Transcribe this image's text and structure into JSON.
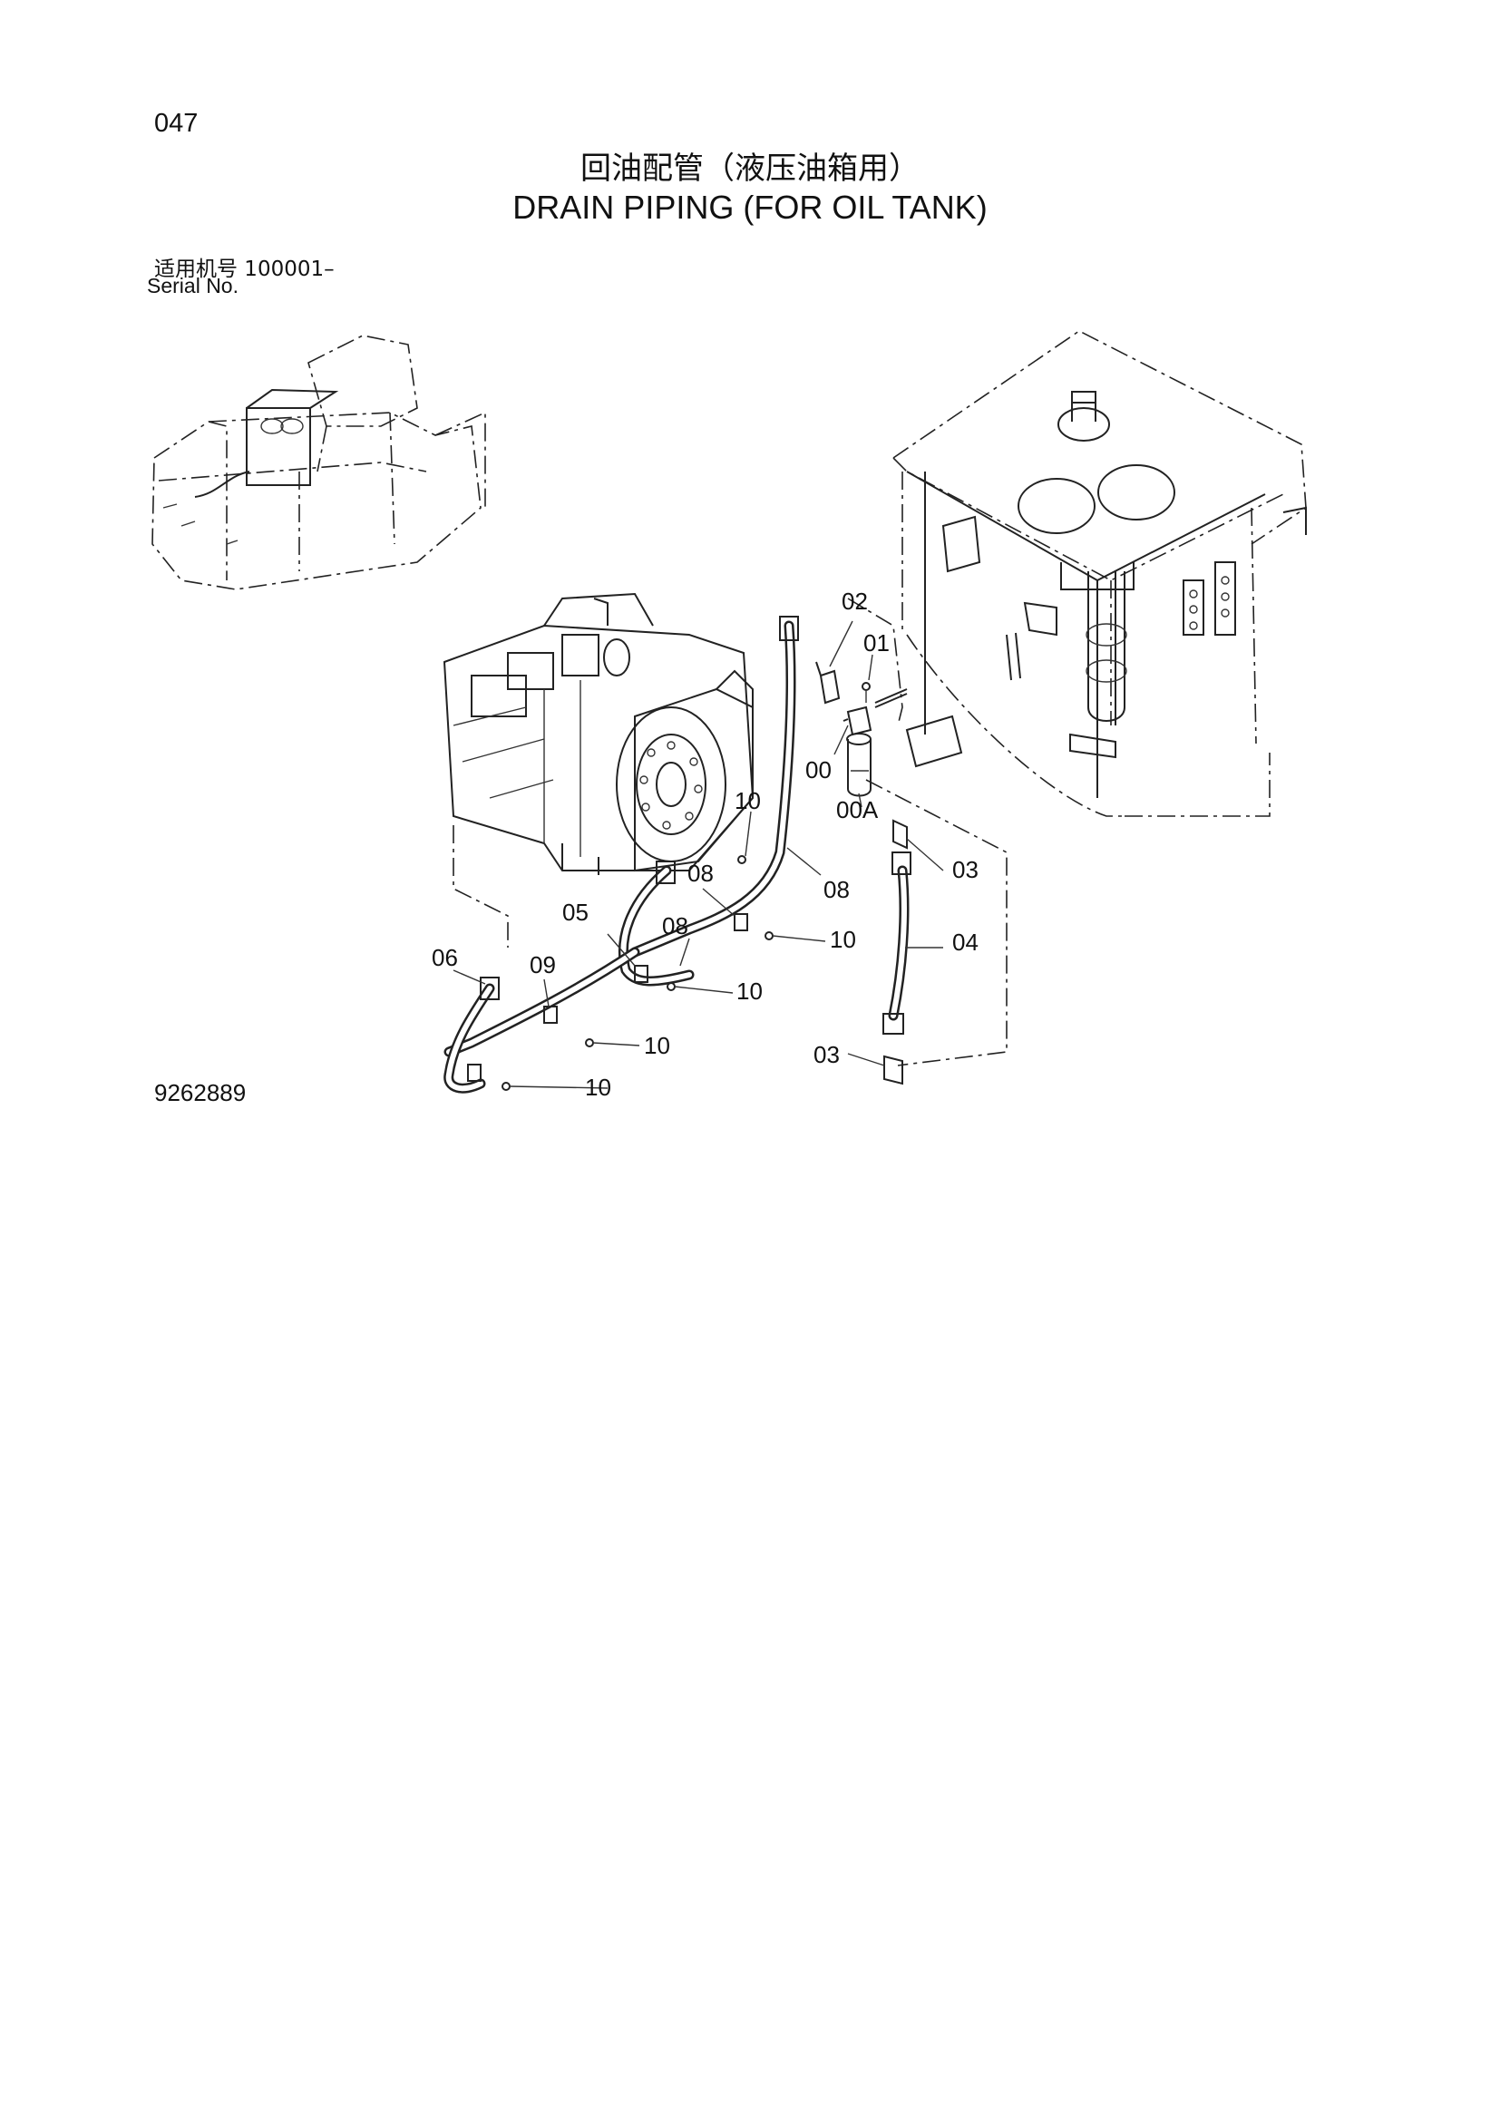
{
  "page": {
    "page_number": "047",
    "title_cn": "回油配管（液压油箱用）",
    "title_en": "DRAIN PIPING (FOR OIL TANK)",
    "serial_label_cn": "适用机号  100001–",
    "serial_label_en": "Serial No.",
    "drawing_number": "9262889"
  },
  "callouts": {
    "c00": "00",
    "c00A": "00A",
    "c01": "01",
    "c02": "02",
    "c03a": "03",
    "c03b": "03",
    "c04": "04",
    "c05": "05",
    "c06": "06",
    "c08a": "08",
    "c08b": "08",
    "c08c": "08",
    "c09": "09",
    "c10a": "10",
    "c10b": "10",
    "c10c": "10",
    "c10d": "10",
    "c10e": "10"
  }
}
